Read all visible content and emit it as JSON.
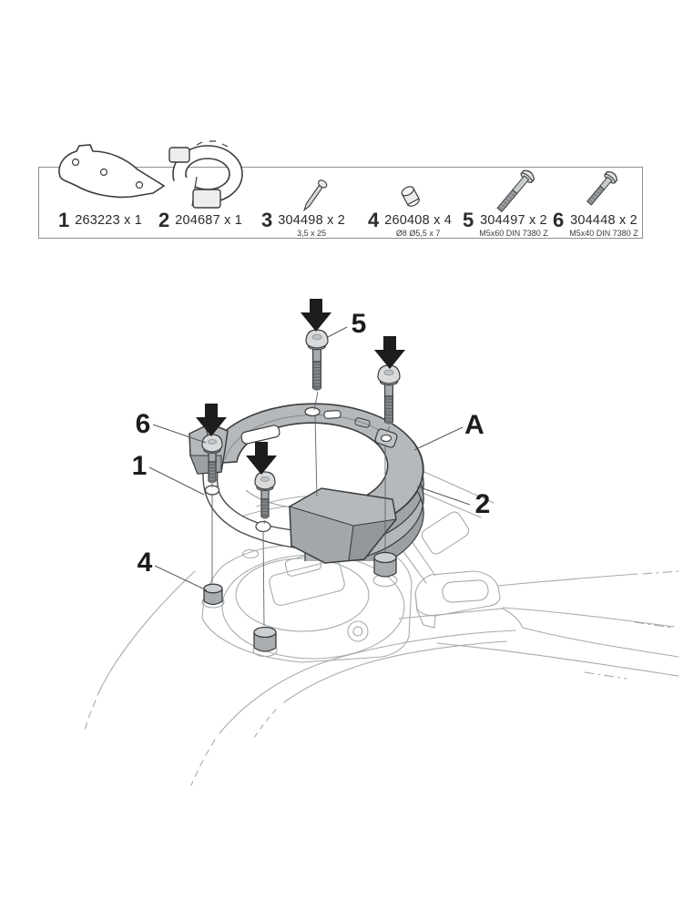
{
  "parts_box": {
    "items": [
      {
        "number": "1",
        "label": "263223 x 1",
        "caption": ""
      },
      {
        "number": "2",
        "label": "204687 x 1",
        "caption": ""
      },
      {
        "number": "3",
        "label": "304498 x 2",
        "caption": "3,5 x 25"
      },
      {
        "number": "4",
        "label": "260408 x 4",
        "caption": "Ø8 Ø5,5 x 7"
      },
      {
        "number": "5",
        "label": "304497 x 2",
        "caption": "M5x60 DIN 7380 Z"
      },
      {
        "number": "6",
        "label": "304448 x 2",
        "caption": "M5x40 DIN 7380 Z"
      }
    ]
  },
  "diagram": {
    "callouts": {
      "screw_long": "5",
      "screw_short": "6",
      "bracket": "1",
      "spacer": "4",
      "assembly": "A",
      "ring": "2"
    }
  },
  "colors": {
    "ring_fill": "#b6b9bb",
    "outline": "#3b3d3f",
    "tank_line": "#a6abae",
    "arrow": "#1d1d1d",
    "label": "#1c1c1c"
  }
}
